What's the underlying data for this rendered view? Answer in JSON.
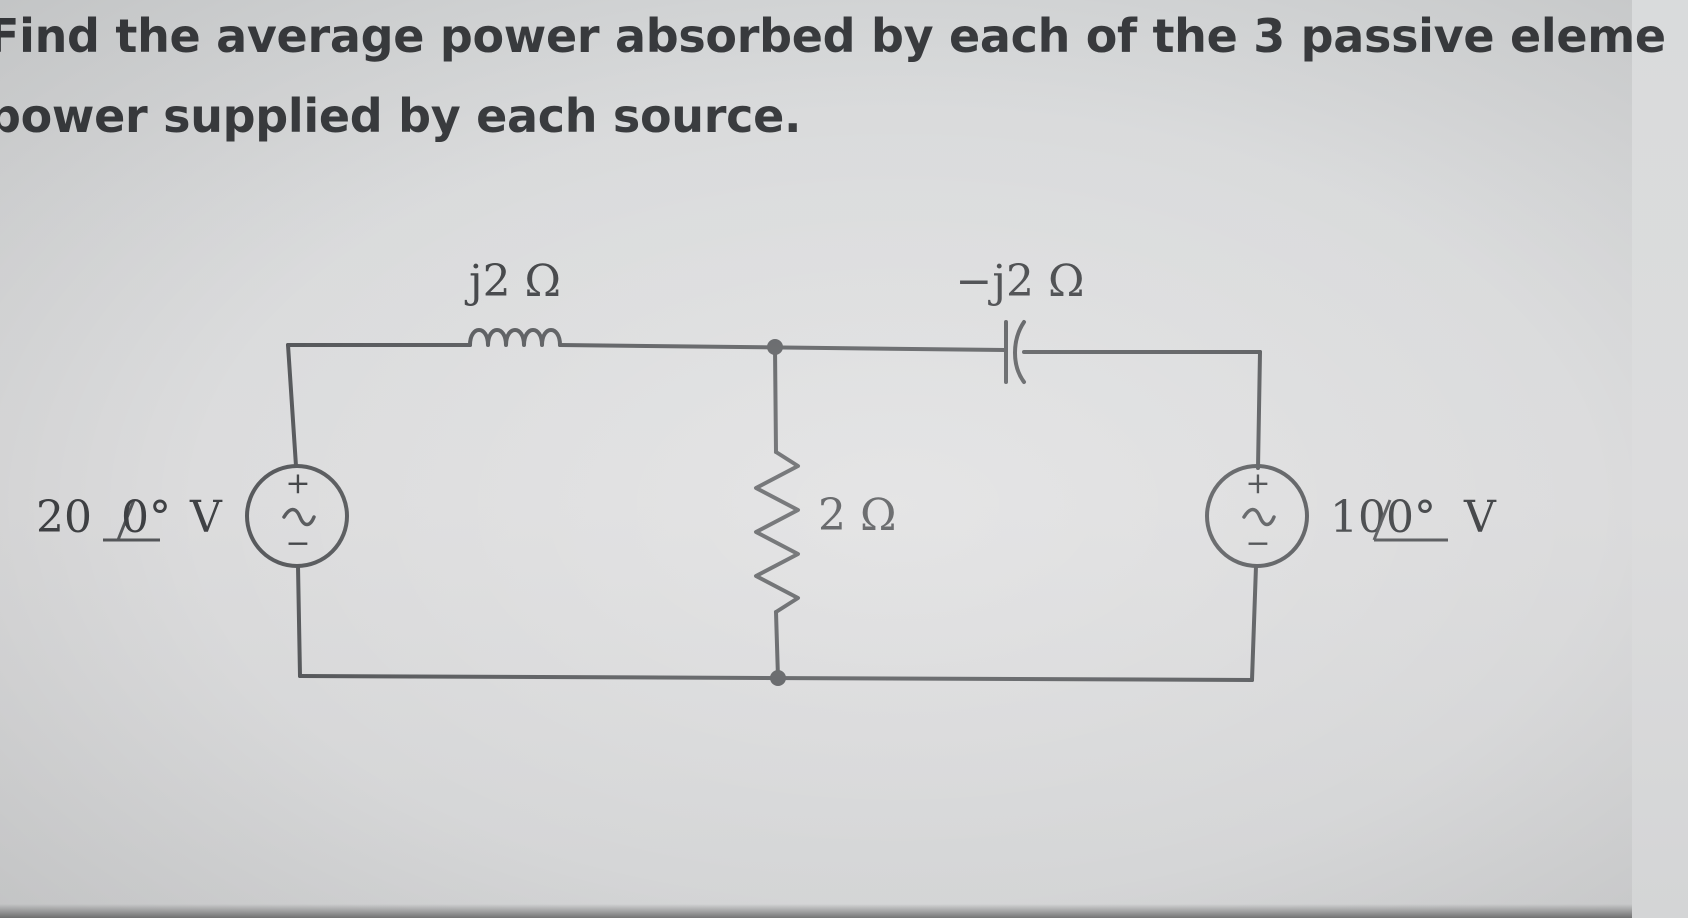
{
  "question": {
    "line1": "Find the average power absorbed by each of the 3 passive eleme",
    "line2": "power supplied by each source."
  },
  "circuit": {
    "inductor_label": "j2 Ω",
    "capacitor_label": "−j2 Ω",
    "resistor_label": "2 Ω",
    "left_source": {
      "magnitude": "20",
      "angle": "0°",
      "unit": "V"
    },
    "right_source": {
      "magnitude": "10",
      "angle": "0°",
      "unit": "V"
    },
    "plus_sign": "+",
    "minus_sign": "−"
  },
  "colors": {
    "wire": "#55575a",
    "text": "#3a3c3f"
  }
}
